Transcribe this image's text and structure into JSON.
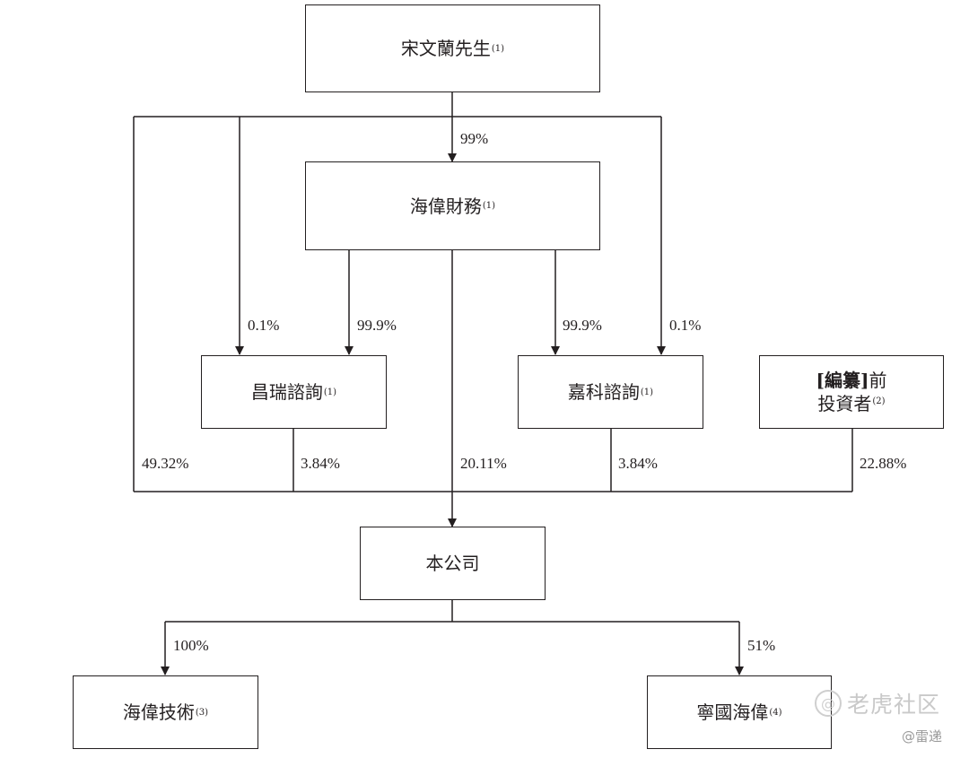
{
  "nodes": {
    "song": {
      "name": "宋文蘭先生",
      "note": "(1)"
    },
    "haiwei_finance": {
      "name": "海偉財務",
      "note": "(1)"
    },
    "changrui": {
      "name": "昌瑞諮詢",
      "note": "(1)"
    },
    "jiake": {
      "name": "嘉科諮詢",
      "note": "(1)"
    },
    "investors": {
      "name_bold": "[編纂]",
      "name_line1": "前",
      "name_line2": "投資者",
      "note": "(2)"
    },
    "company": {
      "name": "本公司"
    },
    "haiwei_tech": {
      "name": "海偉技術",
      "note": "(3)"
    },
    "ningguo": {
      "name": "寧國海偉",
      "note": "(4)"
    }
  },
  "percentages": {
    "song_to_finance": "99%",
    "song_to_changrui": "0.1%",
    "finance_to_changrui": "99.9%",
    "finance_to_jiake": "99.9%",
    "song_to_jiake": "0.1%",
    "song_to_company": "49.32%",
    "changrui_to_company": "3.84%",
    "finance_to_company": "20.11%",
    "jiake_to_company": "3.84%",
    "investors_to_company": "22.88%",
    "company_to_tech": "100%",
    "company_to_ningguo": "51%"
  },
  "watermark": {
    "icon": "@",
    "text": "老虎社区",
    "sub": "@雷递"
  }
}
